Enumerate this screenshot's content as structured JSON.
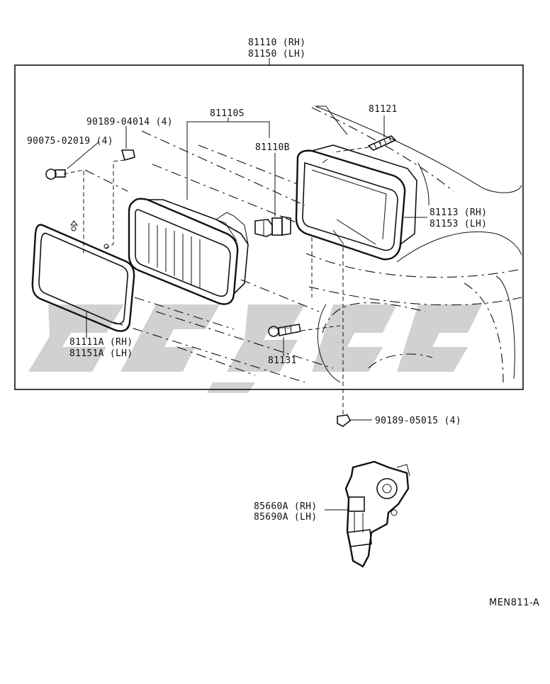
{
  "assembly": {
    "rh": "81110 (RH)",
    "lh": "81150 (LH)"
  },
  "parts": {
    "p81110s": "81110S",
    "p81110b": "81110B",
    "p81121": "81121",
    "p90189_04014": "90189-04014 (4)",
    "p90075_02019": "90075-02019 (4)",
    "p81113_rh": "81113 (RH)",
    "p81153_lh": "81153 (LH)",
    "p81111a_rh": "81111A (RH)",
    "p81151a_lh": "81151A (LH)",
    "p81131": "81131",
    "p90189_05015": "90189-05015 (4)",
    "p85660a_rh": "85660A (RH)",
    "p85690a_lh": "85690A (LH)"
  },
  "figure_code": "MEN811-A",
  "colors": {
    "line": "#111111",
    "watermark": "#c9c9c9",
    "background": "#ffffff"
  }
}
